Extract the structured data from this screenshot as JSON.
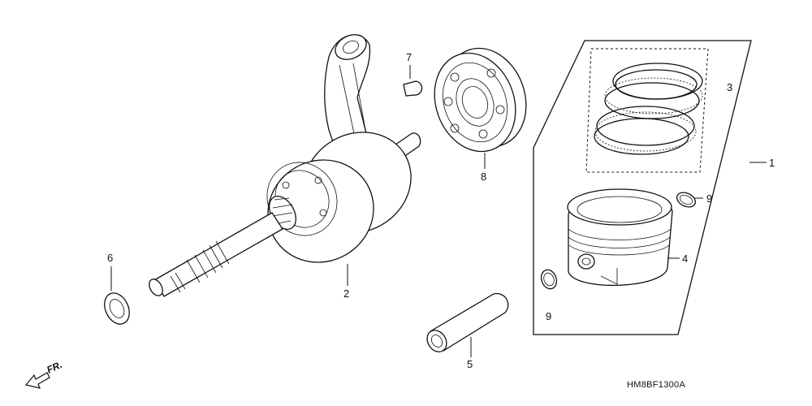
{
  "diagram": {
    "callouts": {
      "c1": "1",
      "c2": "2",
      "c3": "3",
      "c4": "4",
      "c5": "5",
      "c6": "6",
      "c7": "7",
      "c8": "8",
      "c9a": "9",
      "c9b": "9"
    },
    "direction_label": "FR.",
    "drawing_code": "HM8BF1300A"
  }
}
